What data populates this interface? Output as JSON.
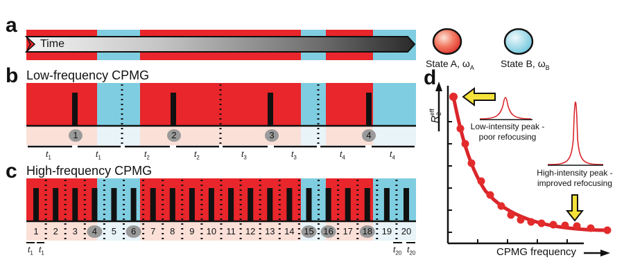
{
  "panel_letters": {
    "a": "a",
    "b": "b",
    "c": "c",
    "d": "d"
  },
  "panel_a": {
    "time_label": "Time"
  },
  "legend": {
    "state_a": "State A, ω",
    "state_a_sub": "A",
    "state_b": "State B, ω",
    "state_b_sub": "B"
  },
  "panel_b": {
    "title": "Low-frequency CPMG",
    "pulse_numbers": [
      "1",
      "2",
      "3",
      "4"
    ],
    "t_labels": [
      {
        "t": "t",
        "sub": "1"
      },
      {
        "t": "t",
        "sub": "1"
      },
      {
        "t": "t",
        "sub": "2"
      },
      {
        "t": "t",
        "sub": "2"
      },
      {
        "t": "t",
        "sub": "3"
      },
      {
        "t": "t",
        "sub": "3"
      },
      {
        "t": "t",
        "sub": "4"
      },
      {
        "t": "t",
        "sub": "4"
      }
    ]
  },
  "panel_c": {
    "title": "High-frequency CPMG",
    "pulse_numbers": [
      "1",
      "2",
      "3",
      "4",
      "5",
      "6",
      "7",
      "8",
      "9",
      "10",
      "11",
      "12",
      "13",
      "14",
      "15",
      "16",
      "17",
      "18",
      "19",
      "20"
    ],
    "highlighted": [
      "4",
      "6",
      "15",
      "16",
      "18"
    ],
    "t_labels": [
      {
        "t": "t",
        "sub": "1"
      },
      {
        "t": "t",
        "sub": "1"
      },
      {
        "t": "t",
        "sub": "20"
      },
      {
        "t": "t",
        "sub": "20"
      }
    ]
  },
  "panel_d": {
    "y_label": "R",
    "y_label_sub": "2",
    "y_label_sup": "eff",
    "x_label": "CPMG frequency",
    "low_peak_label": "Low-intensity peak -\npoor refocusing",
    "high_peak_label": "High-intensity peak -\nimproved refocusing"
  },
  "colors": {
    "state_a": "#e8262b",
    "state_b": "#7fcde0",
    "state_a_light": "#fbe0d8",
    "state_b_light": "#e8f4f8",
    "curve": "#d9262b",
    "arrow": "#f5e23a",
    "pulse_circle": "#9a9a9a"
  }
}
